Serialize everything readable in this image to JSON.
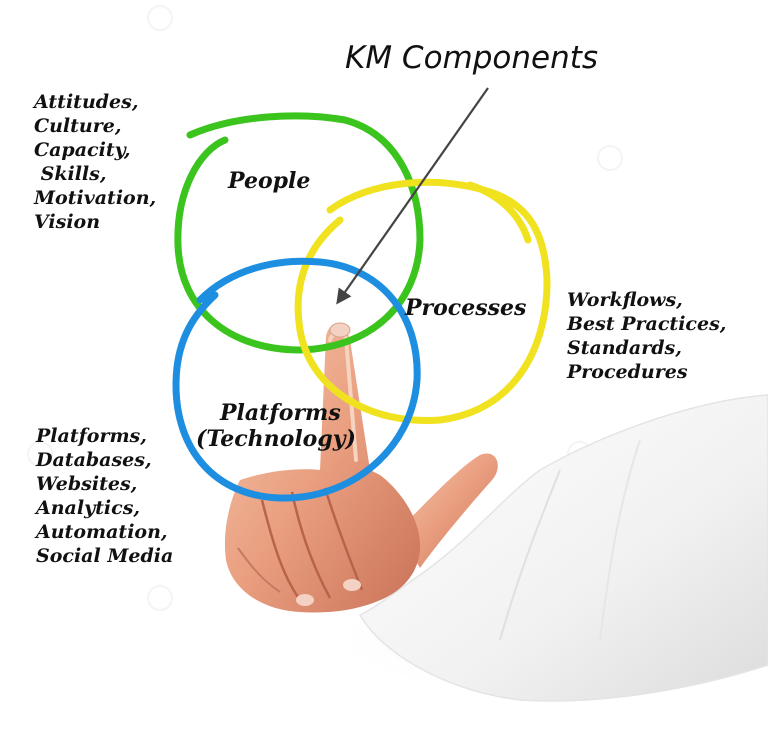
{
  "title": "KM Components",
  "circles": {
    "people": {
      "label": "People",
      "color": "#3bc41e"
    },
    "processes": {
      "label": "Processes",
      "color": "#f0e21f"
    },
    "platforms": {
      "label_line1": "Platforms",
      "label_line2": "(Technology)",
      "color": "#1e8fe0"
    }
  },
  "lists": {
    "people": [
      "Attitudes,",
      "Culture,",
      "Capacity,",
      " Skills,",
      "Motivation,",
      "Vision"
    ],
    "processes": [
      "Workflows,",
      "Best Practices,",
      "Standards,",
      "Procedures"
    ],
    "platforms": [
      "Platforms,",
      "Databases,",
      "Websites,",
      "Analytics,",
      "Automation,",
      "Social Media"
    ]
  },
  "icons": {
    "arrow": "arrow-icon",
    "hand": "pointing-hand-icon"
  }
}
